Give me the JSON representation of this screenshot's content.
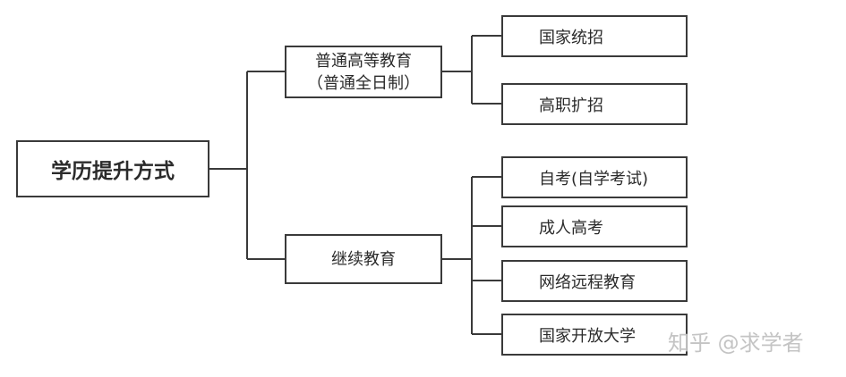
{
  "root": {
    "label": "学历提升方式"
  },
  "branches": [
    {
      "label_line1": "普通高等教育",
      "label_line2": "（普通全日制）",
      "children": [
        "国家统招",
        "高职扩招"
      ]
    },
    {
      "label_line1": "继续教育",
      "children": [
        "自考(自学考试)",
        "成人高考",
        "网络远程教育",
        "国家开放大学"
      ]
    }
  ],
  "watermark": "知乎 @求学者"
}
